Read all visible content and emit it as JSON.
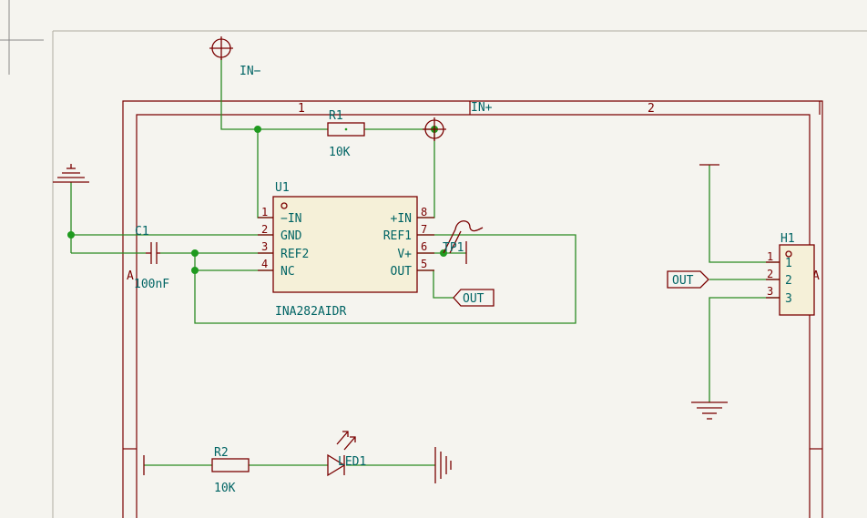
{
  "frame": {
    "col1": "1",
    "col2": "2",
    "rowA_left": "A",
    "rowA_right": "A"
  },
  "nets": {
    "in_minus": "IN−",
    "in_plus": "IN+",
    "out1": "OUT",
    "out2": "OUT"
  },
  "components": {
    "r1": {
      "ref": "R1",
      "value": "10K"
    },
    "r2": {
      "ref": "R2",
      "value": "10K"
    },
    "c1": {
      "ref": "C1",
      "value": "100nF"
    },
    "u1": {
      "ref": "U1",
      "value": "INA282AIDR",
      "pins_left": [
        {
          "num": "1",
          "name": "−IN"
        },
        {
          "num": "2",
          "name": "GND"
        },
        {
          "num": "3",
          "name": "REF2"
        },
        {
          "num": "4",
          "name": "NC"
        }
      ],
      "pins_right": [
        {
          "num": "8",
          "name": "+IN"
        },
        {
          "num": "7",
          "name": "REF1"
        },
        {
          "num": "6",
          "name": "V+"
        },
        {
          "num": "5",
          "name": "OUT"
        }
      ]
    },
    "tp1": {
      "ref": "TP1"
    },
    "led1": {
      "ref": "LED1"
    },
    "h1": {
      "ref": "H1",
      "pins": [
        {
          "num": "1",
          "label": "1"
        },
        {
          "num": "2",
          "label": "2"
        },
        {
          "num": "3",
          "label": "3"
        }
      ]
    }
  },
  "colors": {
    "wire": "#2a8a22",
    "symbol": "#7a0000",
    "text": "#006464",
    "background": "#f5f4ef"
  }
}
